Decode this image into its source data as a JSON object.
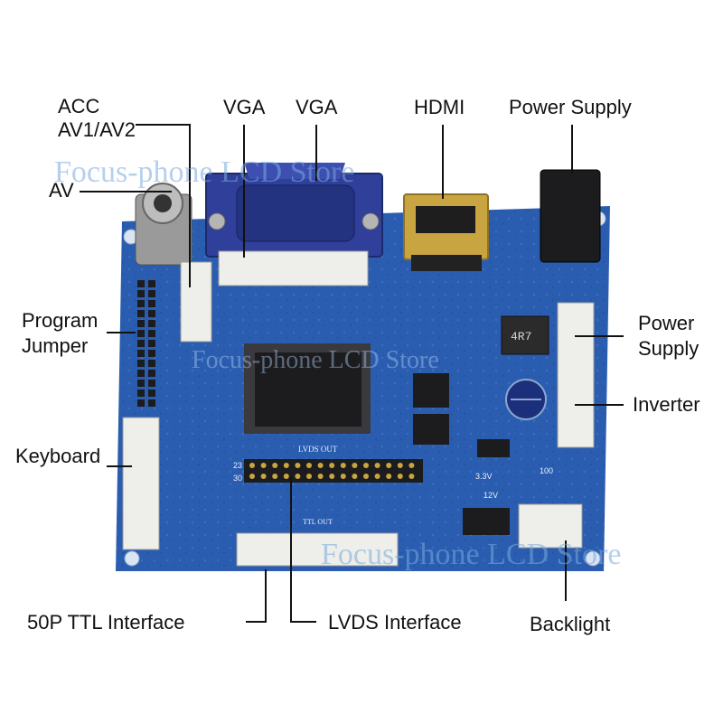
{
  "labels": {
    "acc": "ACC",
    "av1_av2": "AV1/AV2",
    "av": "AV",
    "vga_left": "VGA",
    "vga_right": "VGA",
    "hdmi": "HDMI",
    "power_supply_top": "Power Supply",
    "program_jumper_line1": "Program",
    "program_jumper_line2": "Jumper",
    "power_supply_right_line1": "Power",
    "power_supply_right_line2": "Supply",
    "inverter": "Inverter",
    "keyboard": "Keyboard",
    "ttl_interface": "50P TTL Interface",
    "lvds_interface": "LVDS Interface",
    "backlight": "Backlight"
  },
  "board_text": {
    "lvds_out": "LVDS OUT",
    "ttl_out": "TTL OUT",
    "inductor": "4R7",
    "v33": "3.3V",
    "v12": "12V",
    "cap_100": "100",
    "pin_23": "23",
    "pin_30": "30"
  },
  "watermarks": {
    "top": "Focus-phone LCD Store",
    "middle": "Focus-phone LCD Store",
    "bottom": "Focus-phone LCD Store"
  },
  "colors": {
    "pcb": "#2a5db0",
    "vga_port": "#2f3f9a",
    "hdmi_gold": "#c9a542",
    "connector_white": "#eeeeea",
    "chip_black": "#1c1c1e",
    "watermark": "#78aadc"
  }
}
